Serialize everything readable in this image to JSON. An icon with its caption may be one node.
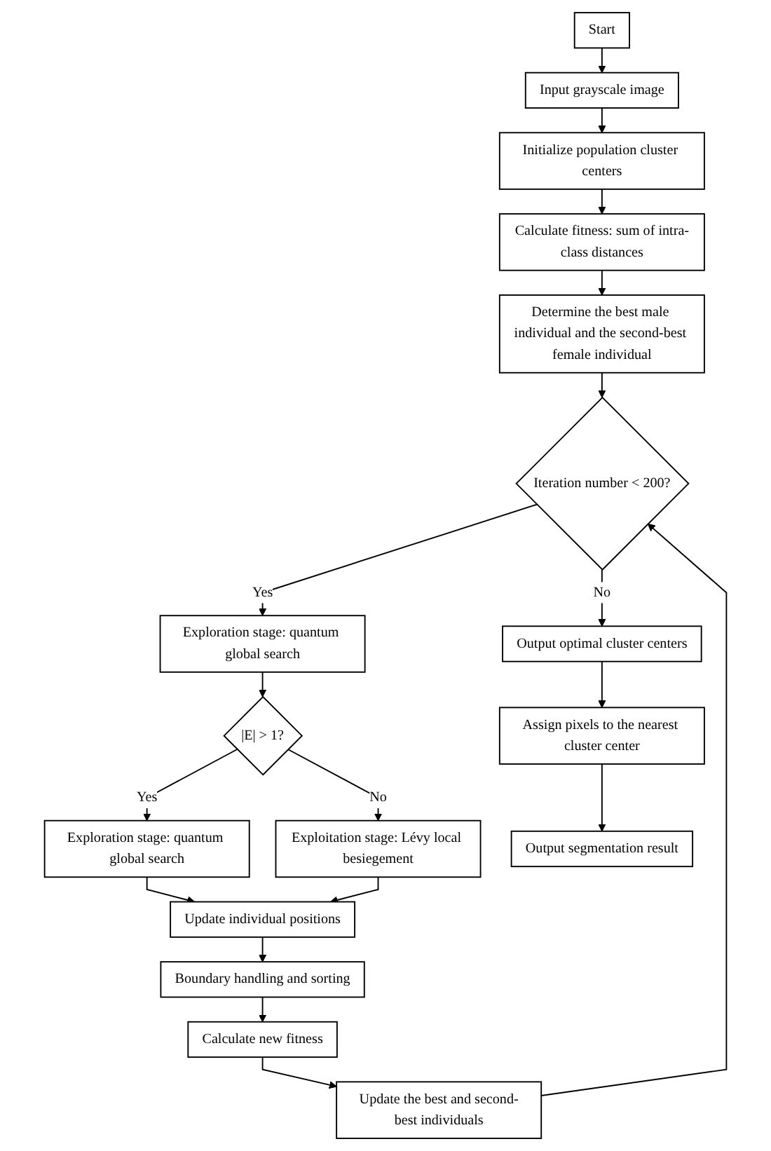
{
  "diagram": {
    "nodes": [
      {
        "text": [
          "Start"
        ]
      },
      {
        "text": [
          "Input grayscale image"
        ]
      },
      {
        "text": [
          "Initialize population cluster centers"
        ]
      },
      {
        "text": [
          "Calculate fitness: sum of intra-class distances"
        ]
      },
      {
        "text": [
          "Determine the best male individual and the second-best female individual"
        ]
      },
      {
        "text": [
          "Iteration number < 200?"
        ]
      },
      {
        "text": [
          "Exploration stage: quantum global search"
        ]
      },
      {
        "text": [
          "Output optimal cluster centers"
        ]
      },
      {
        "text": [
          "|E| > 1?"
        ]
      },
      {
        "text": [
          "Assign pixels to the nearest cluster center"
        ]
      },
      {
        "text": [
          "Exploration stage: quantum global search"
        ]
      },
      {
        "text": [
          "Exploitation stage: Lévy local besiegement"
        ]
      },
      {
        "text": [
          "Output segmentation result"
        ]
      },
      {
        "text": [
          "Update individual positions"
        ]
      },
      {
        "text": [
          "Boundary handling and sorting"
        ]
      },
      {
        "text": [
          "Calculate new fitness"
        ]
      },
      {
        "text": [
          "Update the best and second-best individuals"
        ]
      }
    ],
    "edges": [
      {
        "from": 0,
        "to": 1,
        "arrow": "to"
      },
      {
        "from": 1,
        "to": 2,
        "arrow": "to"
      },
      {
        "from": 2,
        "to": 3,
        "arrow": "to"
      },
      {
        "from": 3,
        "to": 4,
        "arrow": "to"
      },
      {
        "from": 4,
        "to": 5,
        "arrow": "to"
      },
      {
        "from": 5,
        "to": 6,
        "arrow": "to",
        "label": "Yes"
      },
      {
        "from": 5,
        "to": 7,
        "arrow": "to",
        "label": "No"
      },
      {
        "from": 6,
        "to": 8,
        "arrow": "to"
      },
      {
        "from": 8,
        "to": 10,
        "arrow": "to",
        "label": "Yes"
      },
      {
        "from": 8,
        "to": 11,
        "arrow": "to",
        "label": "No"
      },
      {
        "from": 7,
        "to": 9,
        "arrow": "to"
      },
      {
        "from": 9,
        "to": 12,
        "arrow": "to"
      },
      {
        "from": 10,
        "to": 13,
        "arrow": "to"
      },
      {
        "from": 11,
        "to": 13,
        "arrow": "to"
      },
      {
        "from": 13,
        "to": 14,
        "arrow": "to"
      },
      {
        "from": 14,
        "to": 15,
        "arrow": "to"
      },
      {
        "from": 15,
        "to": 16,
        "arrow": "to"
      },
      {
        "from": 16,
        "to": 5,
        "arrow": "to"
      }
    ]
  }
}
